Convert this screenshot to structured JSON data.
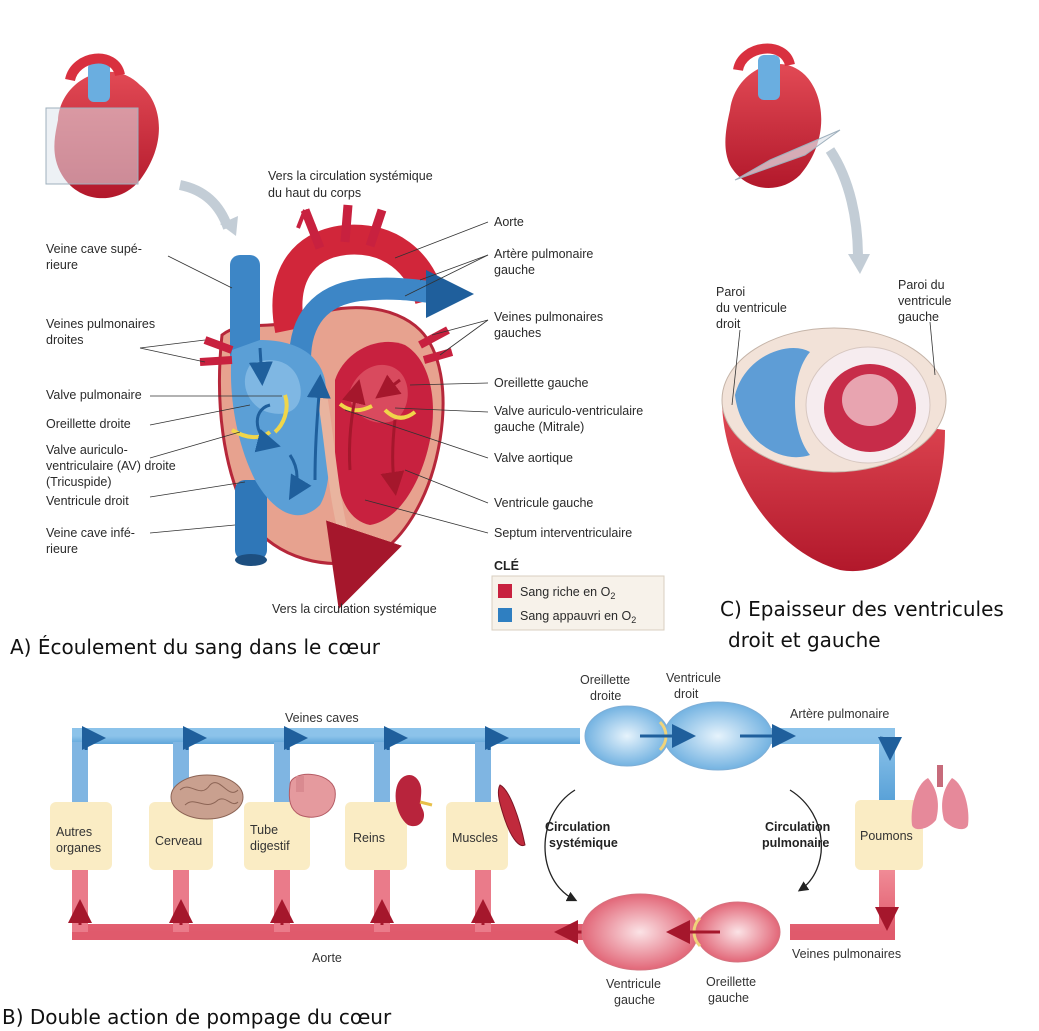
{
  "panel_a": {
    "caption": "A) Écoulement du sang dans le cœur",
    "labels": {
      "top1": "Vers la circulation systémique",
      "top2": "du haut du corps",
      "aorte": "Aorte",
      "art_pulm_1": "Artère pulmonaire",
      "art_pulm_2": "gauche",
      "vp_g_1": "Veines pulmonaires",
      "vp_g_2": "gauches",
      "oreillette_g": "Oreillette gauche",
      "valve_av_g_1": "Valve auriculo-ventriculaire",
      "valve_av_g_2": "gauche (Mitrale)",
      "valve_aortique": "Valve aortique",
      "ventricule_g": "Ventricule gauche",
      "septum": "Septum interventriculaire",
      "bottom": "Vers la circulation systémique",
      "vcs_1": "Veine cave supé-",
      "vcs_2": "rieure",
      "vp_d_1": "Veines pulmonaires",
      "vp_d_2": "droites",
      "valve_pulm": "Valve pulmonaire",
      "oreillette_d": "Oreillette droite",
      "valve_av_d_1": "Valve auriculo-",
      "valve_av_d_2": "ventriculaire (AV) droite",
      "valve_av_d_3": "(Tricuspide)",
      "ventricule_d": "Ventricule droit",
      "vci_1": "Veine cave infé-",
      "vci_2": "rieure"
    },
    "key": {
      "title": "CLÉ",
      "rich": "Sang riche en O",
      "rich_sub": "2",
      "poor": "Sang appauvri en O",
      "poor_sub": "2",
      "rich_color": "#c8213f",
      "poor_color": "#2f7fc1"
    }
  },
  "panel_c": {
    "caption_1": "C) Epaisseur des ventricules",
    "caption_2": "droit et gauche",
    "paroi_d_1": "Paroi",
    "paroi_d_2": "du ventricule",
    "paroi_d_3": "droit",
    "paroi_g_1": "Paroi du",
    "paroi_g_2": "ventricule",
    "paroi_g_3": "gauche"
  },
  "panel_b": {
    "caption": "B) Double action de pompage du cœur",
    "veines_caves": "Veines caves",
    "aorte": "Aorte",
    "artere_pulmonaire": "Artère pulmonaire",
    "veines_pulmonaires": "Veines pulmonaires",
    "oreillette_droite_1": "Oreillette",
    "oreillette_droite_2": "droite",
    "ventricule_droit_1": "Ventricule",
    "ventricule_droit_2": "droit",
    "ventricule_gauche_1": "Ventricule",
    "ventricule_gauche_2": "gauche",
    "oreillette_gauche_1": "Oreillette",
    "oreillette_gauche_2": "gauche",
    "circ_sys_1": "Circulation",
    "circ_sys_2": "systémique",
    "circ_pulm_1": "Circulation",
    "circ_pulm_2": "pulmonaire",
    "organs": {
      "autres_1": "Autres",
      "autres_2": "organes",
      "cerveau": "Cerveau",
      "tube_1": "Tube",
      "tube_2": "digestif",
      "reins": "Reins",
      "muscles": "Muscles",
      "poumons": "Poumons"
    }
  }
}
